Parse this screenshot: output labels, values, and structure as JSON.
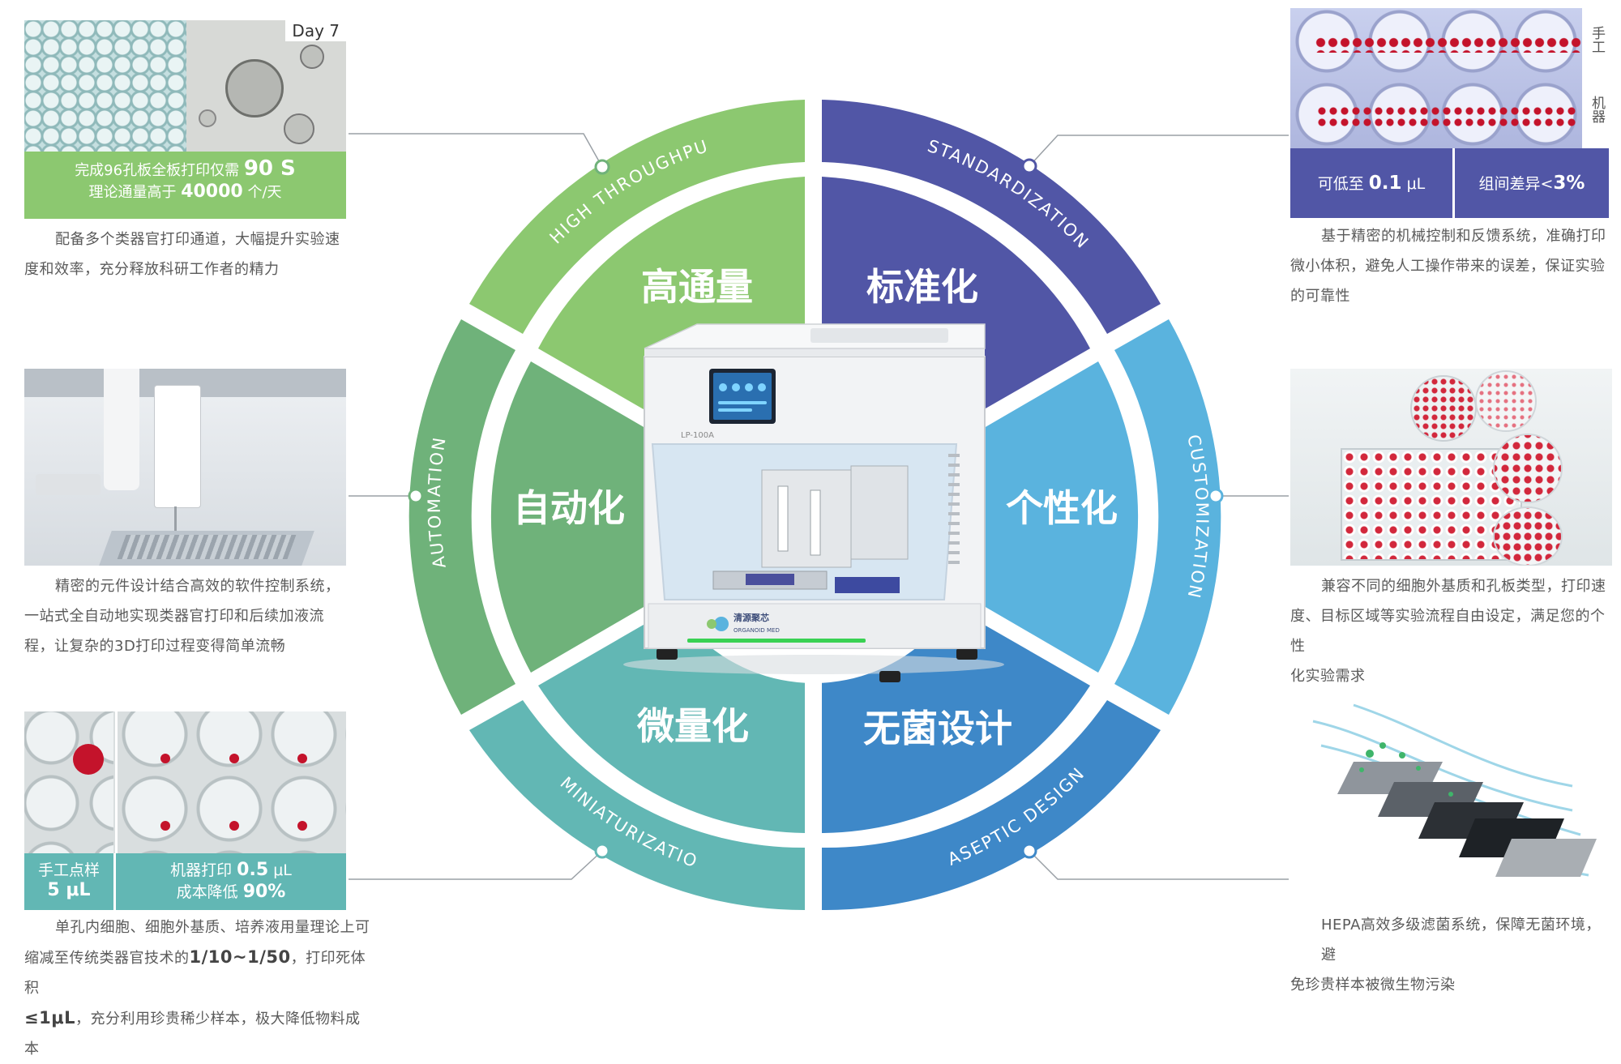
{
  "colors": {
    "green_light": "#8cc870",
    "green_mid": "#6fb27a",
    "teal": "#62b7b4",
    "indigo": "#5156a6",
    "sky": "#5ab3de",
    "blue": "#3e88c8",
    "connector": "#9aa0a6",
    "desc_text": "#5a5a5a"
  },
  "wheel": {
    "segments": [
      {
        "cn": "高通量",
        "en": "HIGH THROUGHPUT"
      },
      {
        "cn": "标准化",
        "en": "STANDARDIZATION"
      },
      {
        "cn": "个性化",
        "en": "CUSTOMIZATION"
      },
      {
        "cn": "无菌设计",
        "en": "ASEPTIC DESIGN"
      },
      {
        "cn": "微量化",
        "en": "MINIATURIZATION"
      },
      {
        "cn": "自动化",
        "en": "AUTOMATION"
      }
    ],
    "device": {
      "model": "LP-100A",
      "brand_cn": "清源聚芯",
      "brand_en": "ORGANOID MED"
    }
  },
  "panels": {
    "high_throughput": {
      "image_label": "Day 7",
      "caption_line1_pre": "完成96孔板全板打印仅需",
      "caption_line1_value": "90 S",
      "caption_line2_pre": "理论通量高于",
      "caption_line2_value": "40000",
      "caption_line2_post": "个/天",
      "desc": [
        "配备多个类器官打印通道，大幅提升实验速",
        "度和效率，充分释放科研工作者的精力"
      ]
    },
    "automation": {
      "desc": [
        "精密的元件设计结合高效的软件控制系统，",
        "一站式全自动地实现类器官打印和后续加液流",
        "程，让复杂的3D打印过程变得简单流畅"
      ]
    },
    "miniaturization": {
      "caption_left_1": "手工点样",
      "caption_left_2": "5 μL",
      "caption_right_1_pre": "机器打印",
      "caption_right_1_value": "0.5",
      "caption_right_1_post": "μL",
      "caption_right_2_pre": "成本降低",
      "caption_right_2_value": "90%",
      "desc_1": "单孔内细胞、细胞外基质、培养液用量理论上可",
      "desc_2_pre": "缩减至传统类器官技术的",
      "desc_2_value": "1/10~1/50",
      "desc_2_post": "，打印死体积",
      "desc_3_value": "≤1μL",
      "desc_3_post": "，充分利用珍贵稀少样本，极大降低物料成本"
    },
    "standardization": {
      "side_label_top": "手工",
      "side_label_bottom": "机器",
      "caption_left_pre": "可低至",
      "caption_left_value": "0.1",
      "caption_left_post": "μL",
      "caption_right_pre": "组间差异<",
      "caption_right_value": "3%",
      "desc": [
        "基于精密的机械控制和反馈系统，准确打印",
        "微小体积，避免人工操作带来的误差，保证实验",
        "的可靠性"
      ]
    },
    "customization": {
      "desc": [
        "兼容不同的细胞外基质和孔板类型，打印速",
        "度、目标区域等实验流程自由设定，满足您的个性",
        "化实验需求"
      ]
    },
    "aseptic": {
      "desc": [
        "HEPA高效多级滤菌系统，保障无菌环境，避",
        "免珍贵样本被微生物污染"
      ]
    }
  }
}
